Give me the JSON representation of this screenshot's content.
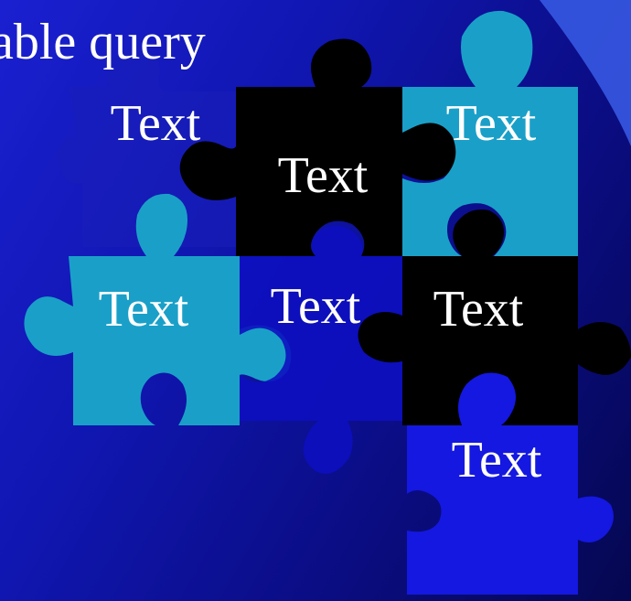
{
  "slide": {
    "title": "able query",
    "pieces": [
      {
        "id": "top-left-ghost",
        "label": "Text",
        "color": "#1a1fb8"
      },
      {
        "id": "top-middle-black",
        "label": "Text",
        "color": "#000000"
      },
      {
        "id": "top-right-cyan",
        "label": "Text",
        "color": "#1aa0c8"
      },
      {
        "id": "middle-left-cyan",
        "label": "Text",
        "color": "#1aa0c8"
      },
      {
        "id": "middle-center-blue",
        "label": "Text",
        "color": "#0d10c0"
      },
      {
        "id": "middle-right-black",
        "label": "Text",
        "color": "#000000"
      },
      {
        "id": "bottom-right-blue",
        "label": "Text",
        "color": "#1418e0"
      }
    ]
  },
  "colors": {
    "background_light": "#1a20d0",
    "background_dark": "#050750",
    "corner_accent": "#3a5de8",
    "text": "#ffffff"
  }
}
